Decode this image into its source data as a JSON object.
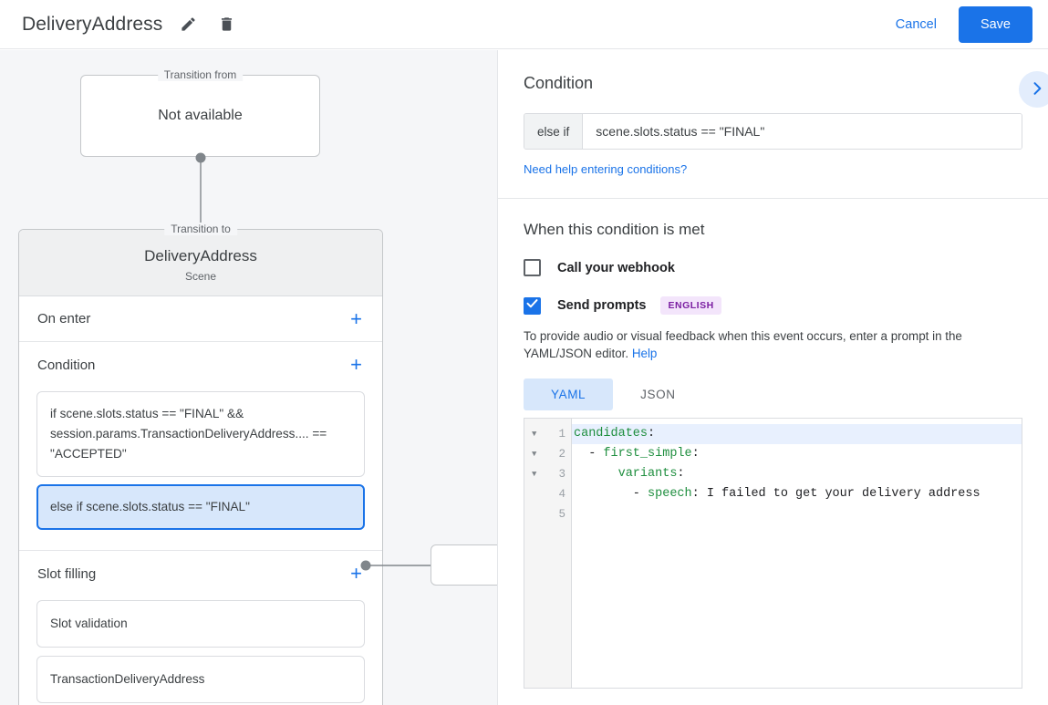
{
  "header": {
    "title": "DeliveryAddress",
    "edit_icon": "pencil-icon",
    "delete_icon": "trash-icon",
    "cancel_label": "Cancel",
    "save_label": "Save",
    "accent_color": "#1a73e8"
  },
  "canvas": {
    "transition_from": {
      "legend": "Transition from",
      "title": "Not available"
    },
    "transition_to": {
      "legend": "Transition to",
      "scene_name": "DeliveryAddress",
      "scene_subtitle": "Scene"
    },
    "sections": [
      {
        "label": "On enter",
        "add_icon": "plus-icon"
      },
      {
        "label": "Condition",
        "add_icon": "plus-icon"
      },
      {
        "label": "Slot filling",
        "add_icon": "plus-icon"
      }
    ],
    "conditions": [
      {
        "text": "if scene.slots.status == \"FINAL\" && session.params.TransactionDeliveryAddress.... == \"ACCEPTED\"",
        "selected": false
      },
      {
        "text": "else if scene.slots.status == \"FINAL\"",
        "selected": true
      }
    ],
    "slot_filling": [
      {
        "text": "Slot validation"
      },
      {
        "text": "TransactionDeliveryAddress"
      }
    ]
  },
  "details": {
    "condition_heading": "Condition",
    "collapse_icon": "chevron-right-icon",
    "operator": "else if",
    "expression": "scene.slots.status == \"FINAL\"",
    "help_link": "Need help entering conditions?",
    "met_heading": "When this condition is met",
    "options": [
      {
        "label": "Call your webhook",
        "checked": false
      },
      {
        "label": "Send prompts",
        "checked": true,
        "badge": "ENGLISH"
      }
    ],
    "prompt_hint_text": "To provide audio or visual feedback when this event occurs, enter a prompt in the YAML/JSON editor. ",
    "prompt_hint_link": "Help",
    "tabs": [
      {
        "label": "YAML",
        "active": true
      },
      {
        "label": "JSON",
        "active": false
      }
    ],
    "editor": {
      "lines": [
        {
          "num": "1",
          "fold": true,
          "highlight": true,
          "indent": "",
          "key": "candidates",
          "colon": ":",
          "value": ""
        },
        {
          "num": "2",
          "fold": true,
          "highlight": false,
          "indent": "  - ",
          "key": "first_simple",
          "colon": ":",
          "value": ""
        },
        {
          "num": "3",
          "fold": true,
          "highlight": false,
          "indent": "      ",
          "key": "variants",
          "colon": ":",
          "value": ""
        },
        {
          "num": "4",
          "fold": false,
          "highlight": false,
          "indent": "        - ",
          "key": "speech",
          "colon": ":",
          "value": " I failed to get your delivery address"
        },
        {
          "num": "5",
          "fold": false,
          "highlight": false,
          "indent": "",
          "key": "",
          "colon": "",
          "value": ""
        }
      ]
    }
  }
}
